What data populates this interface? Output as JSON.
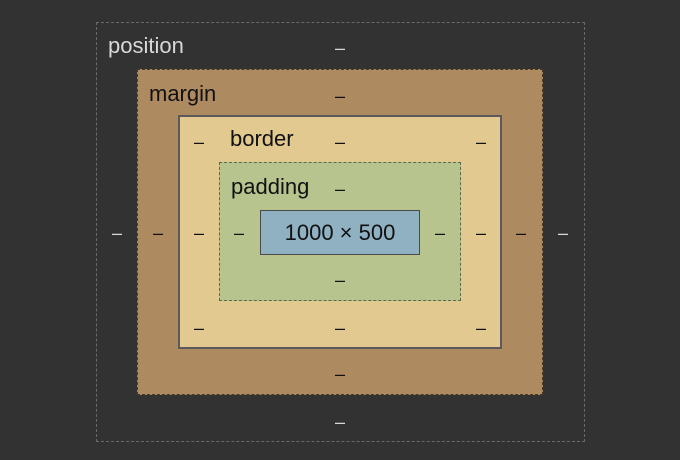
{
  "box_model": {
    "position": {
      "label": "position",
      "top": "–",
      "right": "–",
      "bottom": "–",
      "left": "–"
    },
    "margin": {
      "label": "margin",
      "top": "–",
      "right": "–",
      "bottom": "–",
      "left": "–"
    },
    "border": {
      "label": "border",
      "top": "–",
      "right": "–",
      "bottom": "–",
      "left": "–",
      "top_left": "–",
      "top_right": "–",
      "bottom_left": "–",
      "bottom_right": "–"
    },
    "padding": {
      "label": "padding",
      "top": "–",
      "right": "–",
      "bottom": "–",
      "left": "–"
    },
    "content": {
      "size": "1000 × 500"
    }
  },
  "colors": {
    "background": "#323232",
    "margin": "#ad8a60",
    "border": "#e1c98f",
    "padding": "#b7c48d",
    "content": "#8fb1c1"
  }
}
